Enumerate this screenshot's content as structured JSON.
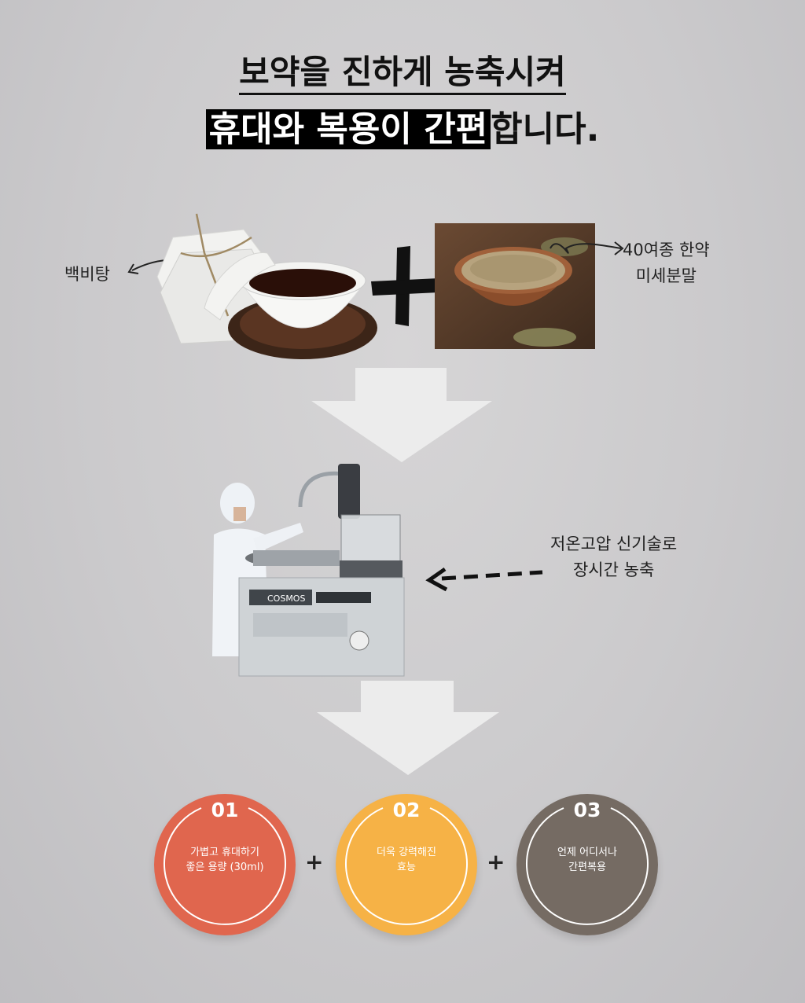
{
  "headline": {
    "line1": "보약을 진하게 농축시켜",
    "line2_highlight": "휴대와 복용이 간편",
    "line2_rest": "합니다."
  },
  "ingredients": {
    "left_label": "백비탕",
    "right_label_line1": "40여종 한약",
    "right_label_line2": "미세분말"
  },
  "process": {
    "label_line1": "저온고압 신기술로",
    "label_line2": "장시간 농축",
    "machine_brand": "COSMOS"
  },
  "benefits": [
    {
      "number": "01",
      "line1": "가볍고 휴대하기",
      "line2": "좋은 용량 (30ml)",
      "color": "#e0664e"
    },
    {
      "number": "02",
      "line1": "더욱 강력해진",
      "line2": "효능",
      "color": "#f6b246"
    },
    {
      "number": "03",
      "line1": "언제 어디서나",
      "line2": "간편복용",
      "color": "#756b63"
    }
  ],
  "plus_sign": "+",
  "icons": [
    "down-arrow-icon",
    "dashed-left-arrow-icon",
    "curly-arrow-icon",
    "big-plus-icon"
  ]
}
